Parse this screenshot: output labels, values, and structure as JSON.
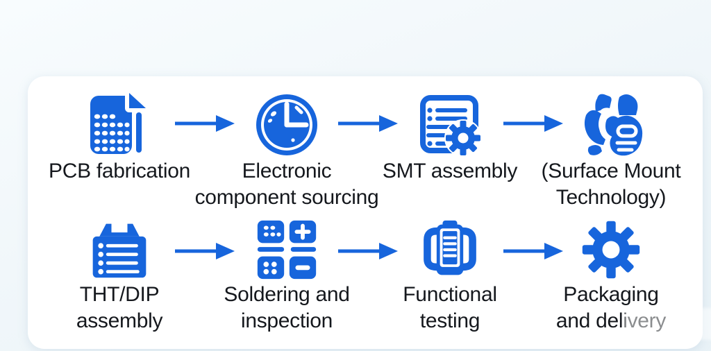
{
  "page": {
    "background_color": "#eef5f9",
    "card_color": "#ffffff",
    "accent_color": "#1765dc",
    "text_color": "#15181d"
  },
  "flow": {
    "rows": [
      {
        "steps": [
          {
            "name": "pcb-fabrication",
            "icon": "pcb-sheet-icon",
            "lines": [
              "PCB fabrication"
            ]
          },
          {
            "name": "component-sourcing",
            "icon": "clock-icon",
            "lines": [
              "Electronic",
              "component sourcing"
            ]
          },
          {
            "name": "smt-assembly",
            "icon": "checklist-gear-icon",
            "lines": [
              "SMT assembly"
            ]
          },
          {
            "name": "smt-full-name",
            "icon": "hand-chip-icon",
            "lines": [
              "(Surface Mount",
              "Technology)"
            ]
          }
        ]
      },
      {
        "steps": [
          {
            "name": "tht-dip-assembly",
            "icon": "clipboard-list-icon",
            "lines": [
              "THT/DIP",
              "assembly"
            ]
          },
          {
            "name": "soldering-inspection",
            "icon": "calculator-icon",
            "lines": [
              "Soldering and",
              "inspection"
            ]
          },
          {
            "name": "functional-testing",
            "icon": "test-fixture-icon",
            "lines": [
              "Functional",
              "testing"
            ]
          },
          {
            "name": "packaging-delivery",
            "icon": "gear-icon",
            "lines": [
              "Packaging",
              "and delivery"
            ]
          }
        ]
      }
    ]
  }
}
